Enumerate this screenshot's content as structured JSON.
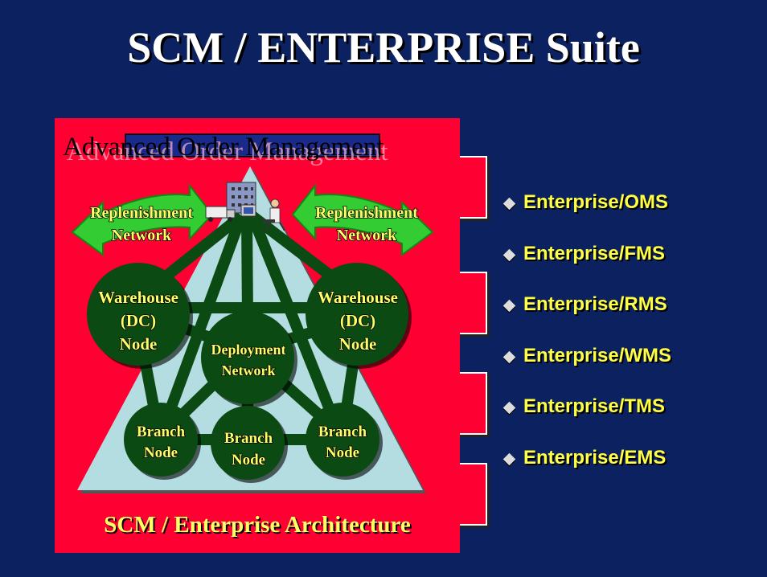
{
  "title": "SCM / ENTERPRISE Suite",
  "diagram": {
    "header": "Advanced Order Management",
    "footer": "SCM / Enterprise Architecture",
    "replenishment_left": [
      "Replenishment",
      "Network"
    ],
    "replenishment_right": [
      "Replenishment",
      "Network"
    ],
    "warehouse_left": [
      "Warehouse",
      "(DC)",
      "Node"
    ],
    "warehouse_right": [
      "Warehouse",
      "(DC)",
      "Node"
    ],
    "deployment": [
      "Deployment",
      "Network"
    ],
    "branch_left": [
      "Branch",
      "Node"
    ],
    "branch_center": [
      "Branch",
      "Node"
    ],
    "branch_right": [
      "Branch",
      "Node"
    ]
  },
  "modules": [
    "Enterprise/OMS",
    "Enterprise/FMS",
    "Enterprise/RMS",
    "Enterprise/WMS",
    "Enterprise/TMS",
    "Enterprise/EMS"
  ],
  "colors": {
    "background": "#0c2160",
    "panel": "#ff0033",
    "triangle": "#b3dde0",
    "node": "#0b4a12",
    "label": "#ffff66",
    "arrow": "#33cc33"
  }
}
